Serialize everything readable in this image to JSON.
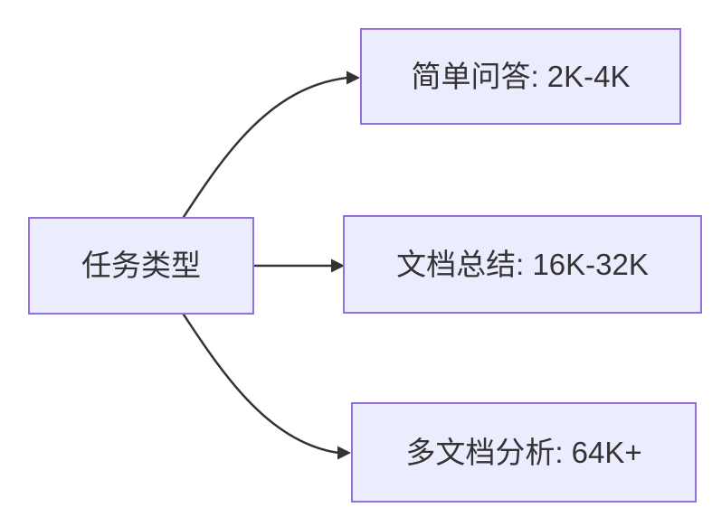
{
  "diagram": {
    "type": "flowchart",
    "direction": "left-to-right",
    "root": {
      "id": "task-type",
      "label": "任务类型"
    },
    "nodes": [
      {
        "id": "simple-qa",
        "label": "简单问答: 2K-4K"
      },
      {
        "id": "doc-summary",
        "label": "文档总结: 16K-32K"
      },
      {
        "id": "multi-doc",
        "label": "多文档分析: 64K+"
      }
    ],
    "edges": [
      {
        "from": "task-type",
        "to": "simple-qa"
      },
      {
        "from": "task-type",
        "to": "doc-summary"
      },
      {
        "from": "task-type",
        "to": "multi-doc"
      }
    ],
    "colors": {
      "background": "#FFFFFF",
      "node_fill": "#ECECFF",
      "node_border": "#9370DB",
      "edge_stroke": "#333333",
      "text": "#333333"
    }
  }
}
